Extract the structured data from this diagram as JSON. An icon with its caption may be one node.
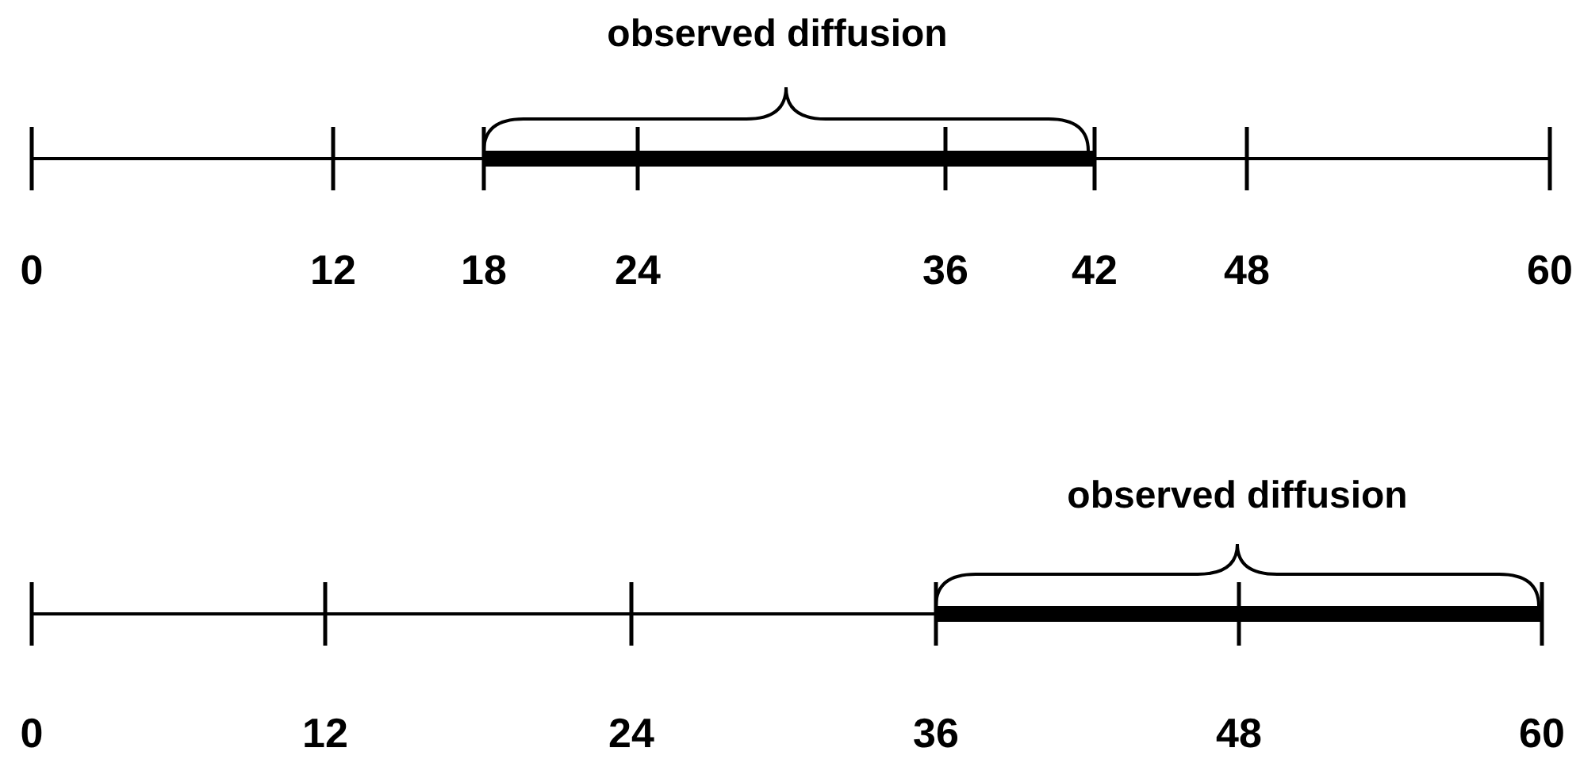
{
  "diagram": {
    "labels": [
      "observed diffusion",
      "0",
      "12",
      "18",
      "24",
      "36",
      "42",
      "48",
      "60",
      "observed diffusion",
      "0",
      "12",
      "24",
      "36",
      "48",
      "60"
    ]
  }
}
